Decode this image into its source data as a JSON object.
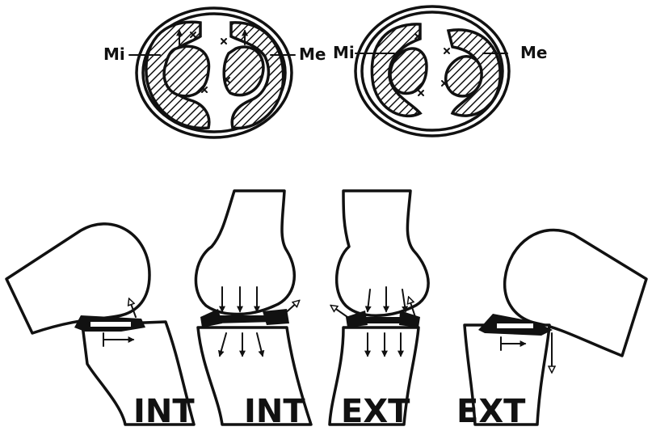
{
  "top_left_view": {
    "left_label": "Mi",
    "right_label": "Me"
  },
  "top_right_view": {
    "left_label": "Mi",
    "right_label": "Me"
  },
  "panels": [
    {
      "caption": "INT"
    },
    {
      "caption": "INT"
    },
    {
      "caption": "EXT"
    },
    {
      "caption": "EXT"
    }
  ],
  "colors": {
    "ink": "#111111",
    "paper": "#ffffff"
  }
}
